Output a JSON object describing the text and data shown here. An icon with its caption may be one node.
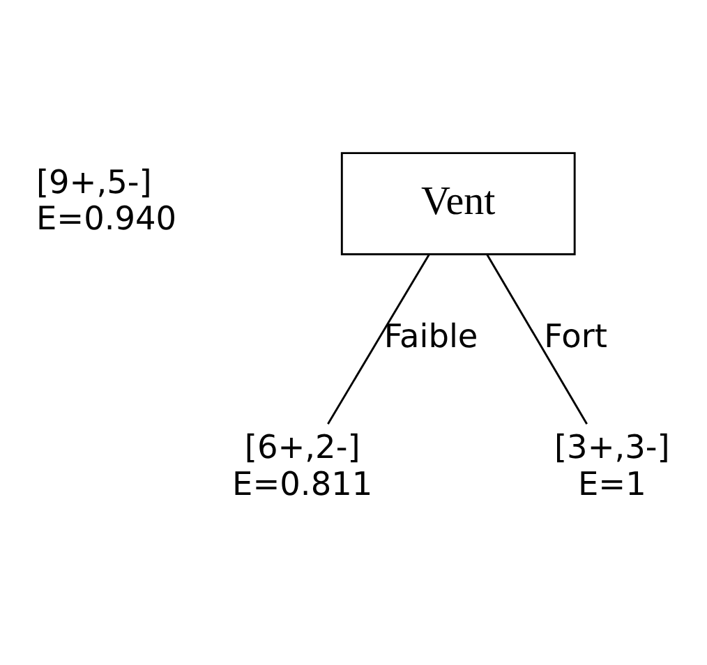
{
  "diagram": {
    "nodes": [
      {
        "text": [
          "Vent"
        ],
        "beside": [
          "[9+,5-]",
          "E=0.940"
        ]
      },
      {
        "text": [
          "[6+,2-]",
          "E=0.811"
        ]
      },
      {
        "text": [
          "[3+,3-]",
          "E=1"
        ]
      }
    ],
    "edges": [
      {
        "from": 0,
        "to": 1,
        "arrow": "none",
        "label": "Faible"
      },
      {
        "from": 0,
        "to": 2,
        "arrow": "none",
        "label": "Fort"
      }
    ]
  }
}
